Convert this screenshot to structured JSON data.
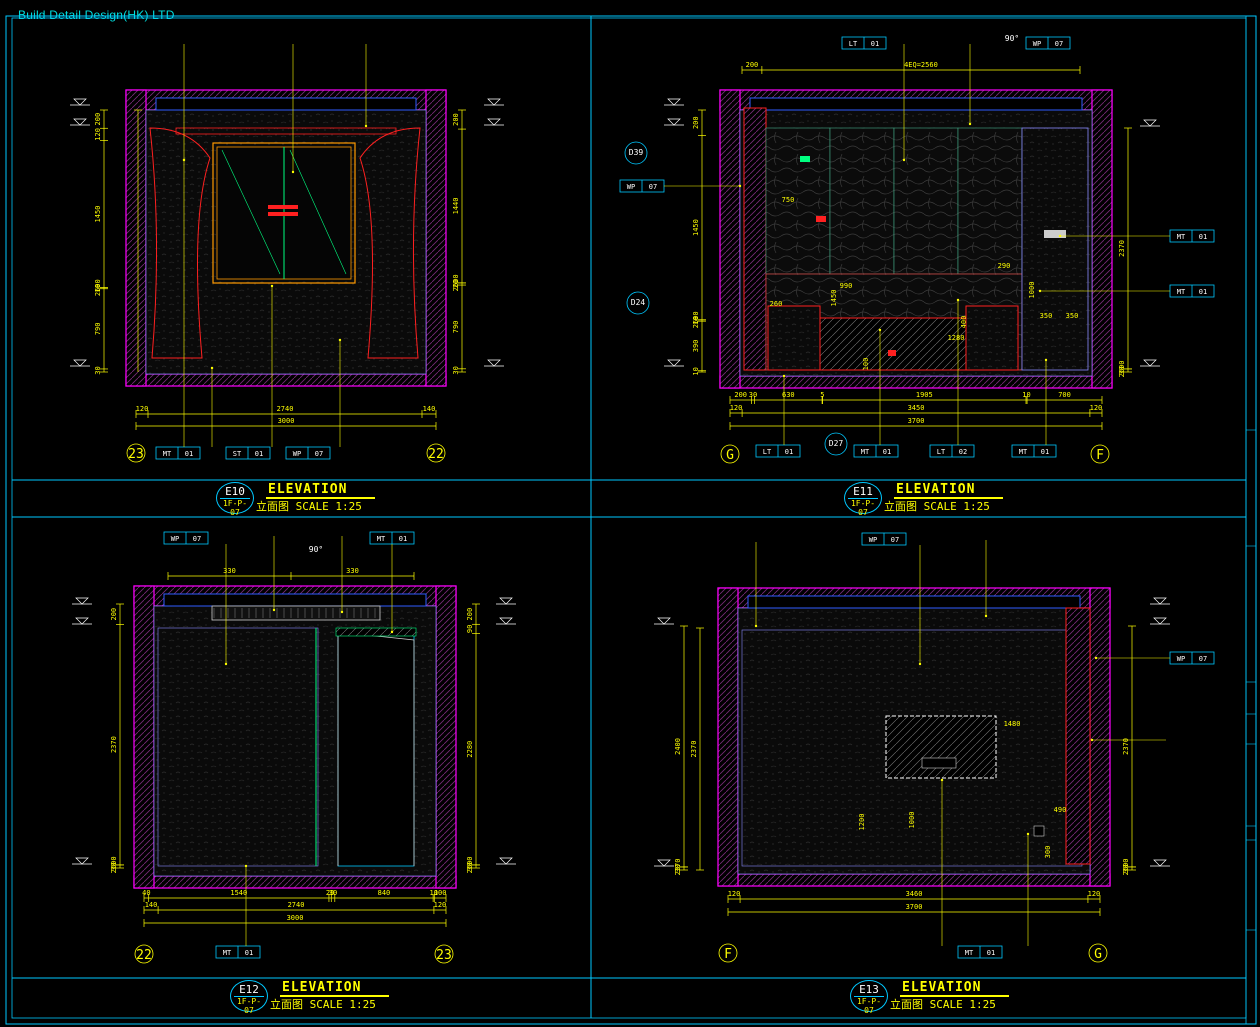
{
  "header": {
    "firm": "Build Detail Design(HK) LTD"
  },
  "colors": {
    "frame": "#00c8ff",
    "wall": "#ff00ff",
    "dim": "#ffff00",
    "red": "#ff2020",
    "text": "#ffffff"
  },
  "panels": [
    {
      "id": "E10",
      "title": {
        "code": "E10",
        "sub": "1F-P-07",
        "name": "ELEVATION",
        "scale": "立面图   SCALE  1:25"
      },
      "dims_bottom": [
        "120",
        "2740",
        "140"
      ],
      "dim_total": "3000",
      "dims_left": [
        "200",
        "120",
        "1450",
        "2600",
        "10",
        "790",
        "30"
      ],
      "dims_right": [
        "200",
        "1440",
        "2600",
        "20",
        "790",
        "30"
      ],
      "axes": [
        "23",
        "22"
      ],
      "tags": [
        {
          "code": "MT",
          "num": "01"
        },
        {
          "code": "ST",
          "num": "01"
        },
        {
          "code": "WP",
          "num": "07"
        }
      ]
    },
    {
      "id": "E11",
      "title": {
        "code": "E11",
        "sub": "1F-P-07",
        "name": "ELEVATION",
        "scale": "立面图   SCALE  1:25"
      },
      "dims_top": [
        "200",
        "4EQ=2560"
      ],
      "dims_bottom": [
        "200",
        "30",
        "630",
        "5",
        "1905",
        "10",
        "700"
      ],
      "dims_bottom2": [
        "120",
        "3450",
        "120"
      ],
      "dim_total": "3700",
      "dims_left": [
        "200",
        "1450",
        "2600",
        "10",
        "390",
        "10"
      ],
      "dims_right": [
        "2370",
        "2600",
        "30"
      ],
      "inner": [
        "750",
        "260",
        "1450",
        "990",
        "100",
        "1280",
        "400",
        "350",
        "350",
        "1000"
      ],
      "callouts": [
        {
          "code": "D39"
        },
        {
          "code": "D24"
        },
        {
          "code": "D27"
        }
      ],
      "axes": [
        "G",
        "F"
      ],
      "tags": [
        {
          "code": "LT",
          "num": "01"
        },
        {
          "code": "WP",
          "num": "07"
        },
        {
          "code": "WP",
          "num": "07"
        },
        {
          "code": "MT",
          "num": "01"
        },
        {
          "code": "MT",
          "num": "01"
        },
        {
          "code": "LT",
          "num": "01"
        },
        {
          "code": "MT",
          "num": "01"
        },
        {
          "code": "LT",
          "num": "02"
        },
        {
          "code": "MT",
          "num": "01"
        }
      ],
      "angle": "90°"
    },
    {
      "id": "E12",
      "title": {
        "code": "E12",
        "sub": "1F-P-07",
        "name": "ELEVATION",
        "scale": "立面图   SCALE  1:25"
      },
      "dims_top": [
        "330",
        "330"
      ],
      "dims_bottom": [
        "40",
        "1540",
        "20",
        "30",
        "840",
        "10",
        "100"
      ],
      "dims_bottom2": [
        "140",
        "2740",
        "120"
      ],
      "dim_total": "3000",
      "dims_left": [
        "200",
        "2370",
        "2600",
        "30"
      ],
      "dims_right": [
        "200",
        "90",
        "2280",
        "2600",
        "30"
      ],
      "axes": [
        "22",
        "23"
      ],
      "tags": [
        {
          "code": "WP",
          "num": "07"
        },
        {
          "code": "MT",
          "num": "01"
        },
        {
          "code": "MT",
          "num": "01"
        }
      ],
      "angle": "90°"
    },
    {
      "id": "E13",
      "title": {
        "code": "E13",
        "sub": "1F-P-07",
        "name": "ELEVATION",
        "scale": "立面图   SCALE  1:25"
      },
      "dims_bottom": [
        "120",
        "3460",
        "120"
      ],
      "dim_total": "3700",
      "dims_left": [
        "2400",
        "2370",
        "30"
      ],
      "dims_right": [
        "2370",
        "2600",
        "30"
      ],
      "inner": [
        "1480",
        "1200",
        "1000",
        "490",
        "300"
      ],
      "axes": [
        "F",
        "G"
      ],
      "tags": [
        {
          "code": "WP",
          "num": "07"
        },
        {
          "code": "WP",
          "num": "07"
        },
        {
          "code": "MT",
          "num": "01"
        },
        {
          "code": "MT",
          "num": "01"
        }
      ]
    }
  ]
}
